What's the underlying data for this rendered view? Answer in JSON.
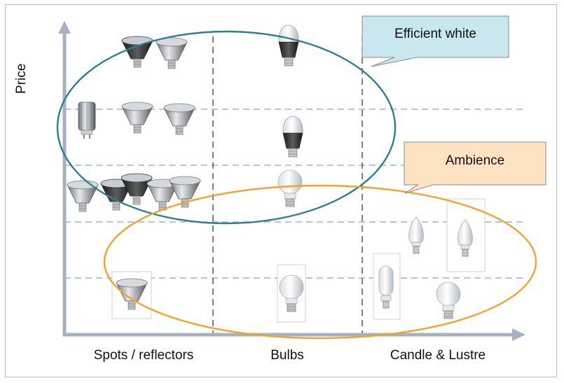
{
  "axes": {
    "y_label": "Price",
    "categories": [
      "Spots / reflectors",
      "Bulbs",
      "Candle & Lustre"
    ]
  },
  "groups": [
    {
      "name": "Efficient white",
      "color": "#2e7f8e",
      "fill": "#c9e7ef"
    },
    {
      "name": "Ambience",
      "color": "#f2a230",
      "fill": "#fde3c2"
    }
  ],
  "colors": {
    "axis": "#a7b1c2",
    "grid": "#98a2b6",
    "frame": "#b9b9b9"
  },
  "lamps": [
    {
      "icon": "reflector-lamp-icon",
      "category": "Spots / reflectors"
    },
    {
      "icon": "gu10-spot-icon",
      "category": "Spots / reflectors"
    },
    {
      "icon": "led-bulb-icon",
      "category": "Bulbs"
    },
    {
      "icon": "globe-bulb-icon",
      "category": "Bulbs"
    },
    {
      "icon": "candle-bulb-icon",
      "category": "Candle & Lustre"
    },
    {
      "icon": "lustre-bulb-icon",
      "category": "Candle & Lustre"
    }
  ]
}
